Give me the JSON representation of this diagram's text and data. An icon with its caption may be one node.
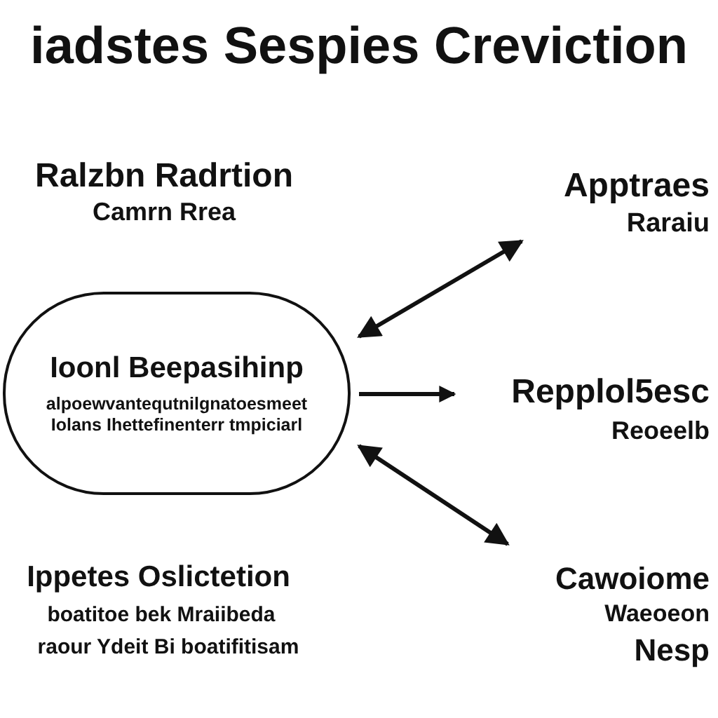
{
  "diagram": {
    "title": "iadstes Sespies Creviction",
    "nodes": [
      {
        "text": [
          "Apptraes",
          "Raraiu"
        ]
      },
      {
        "text": [
          "Ioonl Beepasihinp",
          "alpoewvantequtnilgnatoesmeet Iolans Ihettefinenterr tmpiciarl"
        ]
      },
      {
        "text": [
          "Repplol5esc",
          "Reoeelb"
        ]
      },
      {
        "text": [
          "Cawoiome",
          "Waeoeon",
          "Nesp"
        ]
      }
    ],
    "edges": [
      {
        "from": 1,
        "to": 0,
        "arrow": "both"
      },
      {
        "from": 1,
        "to": 2,
        "arrow": "to"
      },
      {
        "from": 1,
        "to": 3,
        "arrow": "both"
      }
    ],
    "labels": [
      "Ralzbn Radrtion",
      "Camrn Rrea",
      "Ippetes Oslictetion",
      "boatitoe bek Mraiibeda",
      "raour Ydeit Bi boatifitisam"
    ]
  }
}
